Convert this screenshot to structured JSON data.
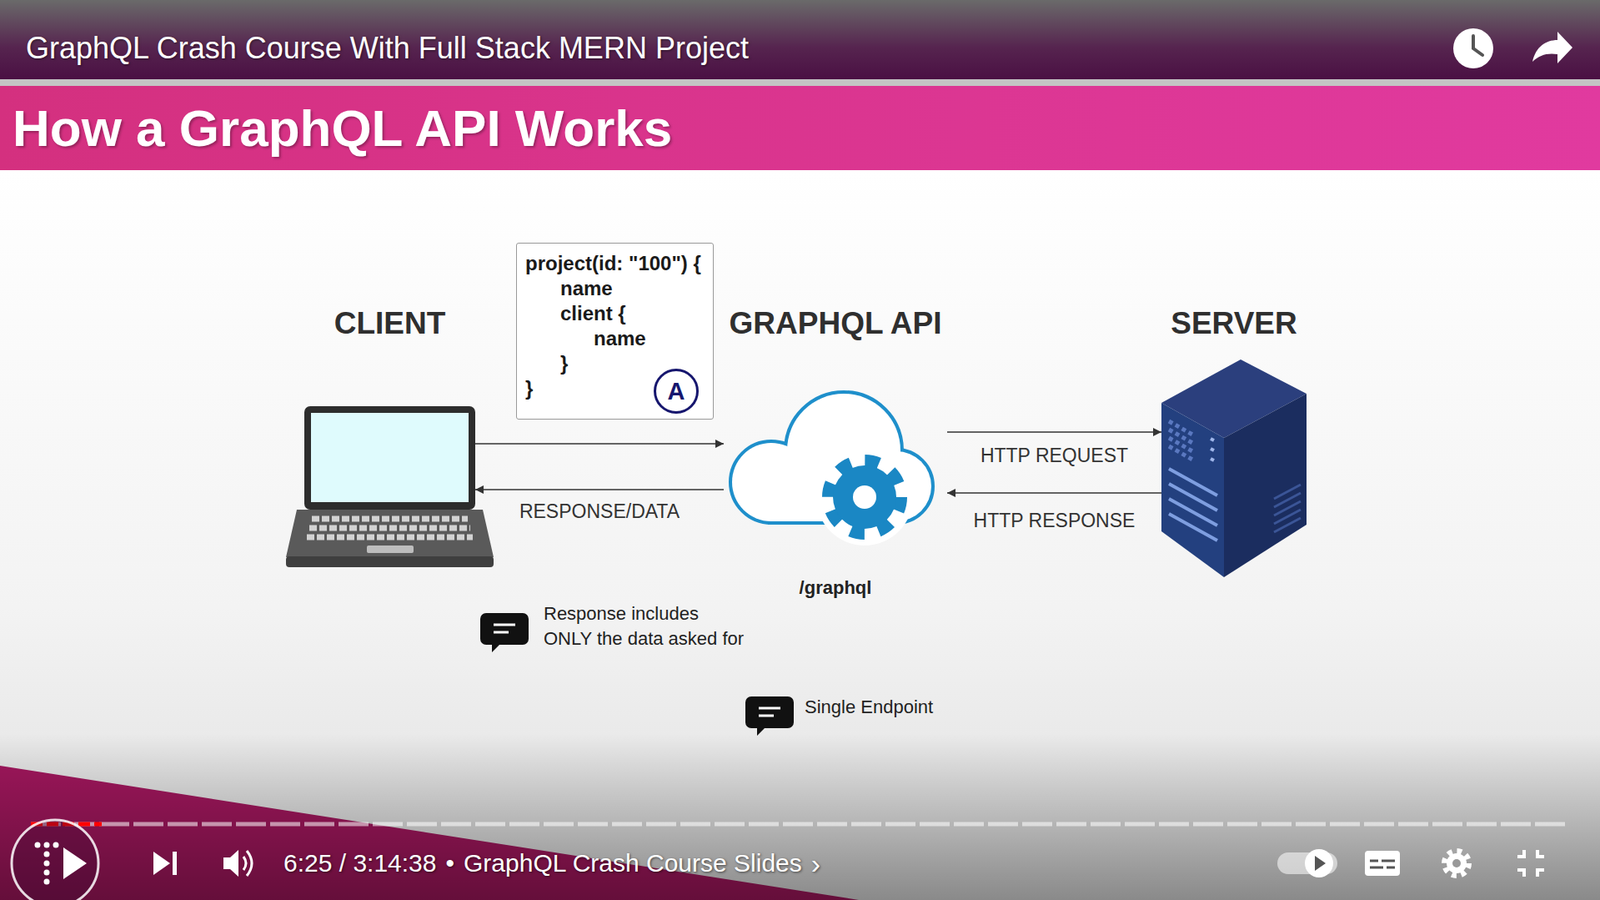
{
  "diagram": {
    "title": "How a GraphQL API Works",
    "nodes": [
      {
        "text": [
          "CLIENT"
        ]
      },
      {
        "text": [
          "project(id: \"100\") {",
          "name",
          "client {",
          "name",
          "}",
          "}"
        ]
      },
      {
        "text": [
          "GRAPHQL API",
          "/graphql"
        ]
      },
      {
        "text": [
          "SERVER"
        ]
      }
    ],
    "edges": [
      {
        "from": 0,
        "to": 2,
        "arrow": "to"
      },
      {
        "from": 2,
        "to": 0,
        "label": "RESPONSE/DATA",
        "arrow": "to"
      },
      {
        "from": 2,
        "to": 3,
        "label": "HTTP REQUEST",
        "arrow": "to"
      },
      {
        "from": 3,
        "to": 2,
        "label": "HTTP RESPONSE",
        "arrow": "to"
      }
    ],
    "labels": [
      "GraphQL Crash Course With Full Stack MERN Project",
      "A",
      "Response includes ONLY the data asked for",
      "Single Endpoint",
      "6:25 / 3:14:38",
      "•",
      "GraphQL Crash Course Slides",
      "›"
    ]
  }
}
